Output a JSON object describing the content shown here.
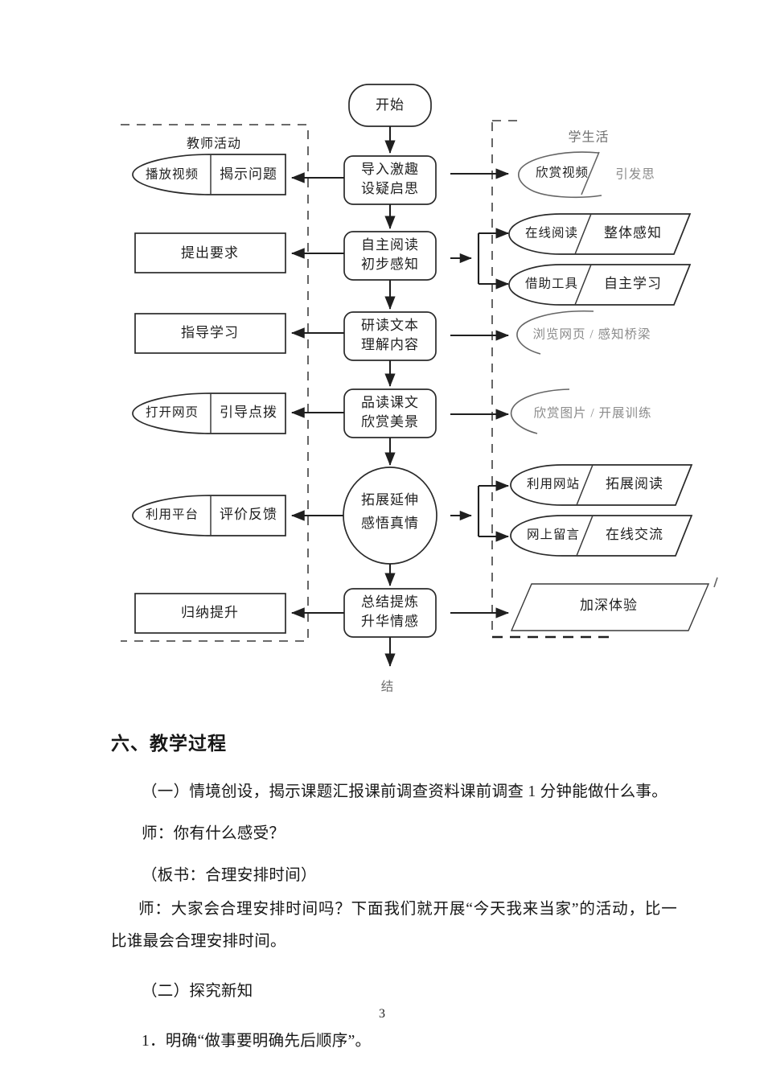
{
  "document": {
    "page_number": "3"
  },
  "flowchart": {
    "lane_labels": {
      "teacher": "教师活动",
      "student": "学生活"
    },
    "start_node": "开始",
    "end_node": "结",
    "center_nodes": [
      {
        "line1": "导入激趣",
        "line2": "设疑启思"
      },
      {
        "line1": "自主阅读",
        "line2": "初步感知"
      },
      {
        "line1": "研读文本",
        "line2": "理解内容"
      },
      {
        "line1": "品读课文",
        "line2": "欣赏美景"
      },
      {
        "line1": "拓展延伸",
        "line2": "感悟真情"
      },
      {
        "line1": "总结提炼",
        "line2": "升华情感"
      }
    ],
    "teacher_nodes": [
      {
        "left": "播放视频",
        "right": "揭示问题"
      },
      {
        "left": "",
        "right": "提出要求"
      },
      {
        "left": "",
        "right": "指导学习"
      },
      {
        "left": "打开网页",
        "right": "引导点拨"
      },
      {
        "left": "利用平台",
        "right": "评价反馈"
      },
      {
        "left": "",
        "right": "归纳提升"
      }
    ],
    "student_nodes": [
      {
        "left": "欣赏视频",
        "right": "引发思",
        "faint": true
      },
      {
        "left": "在线阅读",
        "right": "整体感知",
        "faint": false
      },
      {
        "left": "借助工具",
        "right": "自主学习",
        "faint": false
      },
      {
        "left": "",
        "right": "浏览网页 / 感知桥梁",
        "faint": true
      },
      {
        "left": "",
        "right": "欣赏图片 / 开展训练",
        "faint": true
      },
      {
        "left": "利用网站",
        "right": "拓展阅读",
        "faint": false
      },
      {
        "left": "网上留言",
        "right": "在线交流",
        "faint": false
      },
      {
        "left": "",
        "right": "加深体验",
        "faint": false
      }
    ]
  },
  "content": {
    "section_heading": "六、教学过程",
    "paragraphs": [
      "（一）情境创设，揭示课题汇报课前调查资料课前调查 1 分钟能做什么事。",
      "师：你有什么感受？",
      "（板书：合理安排时间）",
      "师：大家会合理安排时间吗？下面我们就开展“今天我来当家”的活动，比一比谁最会合理安排时间。",
      "（二）探究新知",
      "1．明确“做事要明确先后顺序”。"
    ]
  }
}
